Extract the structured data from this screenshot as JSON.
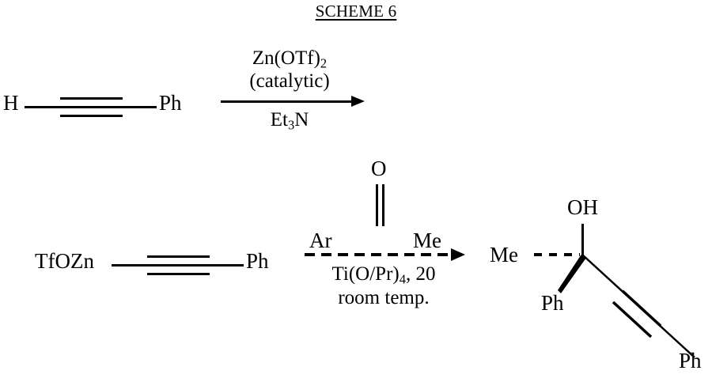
{
  "title": {
    "text": "SCHEME 6"
  },
  "step1": {
    "reactant": {
      "left_label": "H",
      "right_label": "Ph",
      "bond": "triple"
    },
    "arrow": {
      "style": "solid",
      "above_line1": "Zn(OTf)",
      "above_line1_sub": "2",
      "above_line2": "(catalytic)",
      "below_line1_a": "Et",
      "below_line1_sub": "3",
      "below_line1_b": "N"
    }
  },
  "step2": {
    "intermediate": {
      "left_label": "TfOZn",
      "right_label": "Ph",
      "bond": "triple"
    },
    "arrow": {
      "style": "dashed",
      "reagent": {
        "carbonyl_oxygen": "O",
        "left_substituent": "Ar",
        "right_substituent": "Me",
        "bond": "double"
      },
      "below_line1_a": "Ti(O/Pr)",
      "below_line1_sub": "4",
      "below_line1_b": ", 20",
      "below_line2": "room temp."
    },
    "product": {
      "hydroxyl": "OH",
      "methyl": "Me",
      "phenyl_stereo": "Ph",
      "alkynyl_phenyl": "Ph",
      "methyl_bond": "dashed",
      "phenyl_bond": "wedge",
      "alkyne_bond": "triple"
    }
  },
  "colors": {
    "ink": "#000000",
    "background": "#ffffff"
  }
}
